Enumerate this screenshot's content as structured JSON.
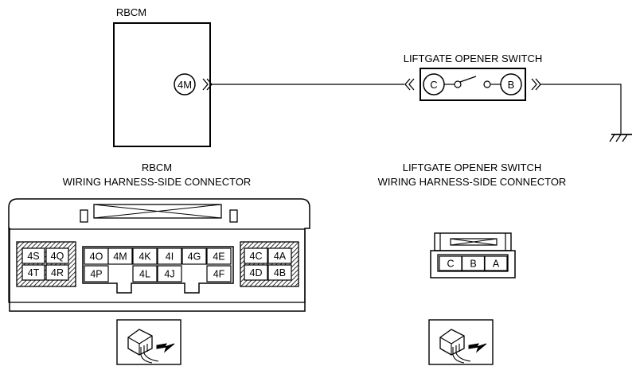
{
  "schematic": {
    "rbcm_label": "RBCM",
    "rbcm_terminal": "4M",
    "switch_label": "LIFTGATE OPENER SWITCH",
    "switch_terminal_left": "C",
    "switch_terminal_right": "B"
  },
  "rbcm_connector": {
    "title_line1": "RBCM",
    "title_line2": "WIRING HARNESS-SIDE CONNECTOR",
    "left_block": [
      [
        "4S",
        "4Q"
      ],
      [
        "4T",
        "4R"
      ]
    ],
    "middle_top": [
      "4O",
      "4M",
      "4K",
      "4I",
      "4G",
      "4E"
    ],
    "middle_bottom": [
      "4P",
      "",
      "4L",
      "4J",
      "",
      "4F"
    ],
    "right_block": [
      [
        "4C",
        "4A"
      ],
      [
        "4D",
        "4B"
      ]
    ]
  },
  "switch_connector": {
    "title_line1": "LIFTGATE OPENER SWITCH",
    "title_line2": "WIRING HARNESS-SIDE CONNECTOR",
    "pins": [
      "C",
      "B",
      "A"
    ]
  },
  "icons": {
    "left": "harness-view-icon",
    "right": "harness-view-icon"
  }
}
